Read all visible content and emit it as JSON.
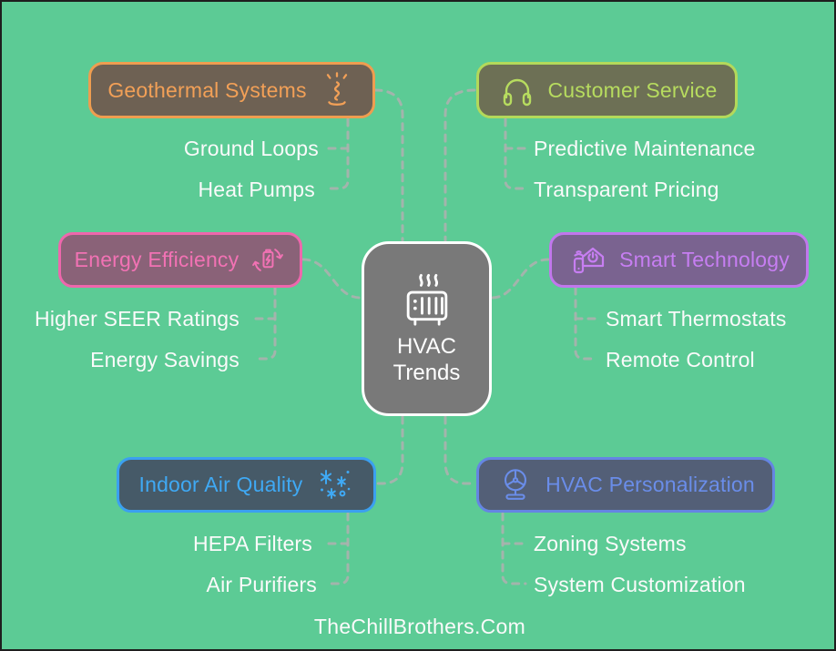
{
  "page": {
    "background_color": "#5ccb95",
    "border_color": "#1e1e1e",
    "connector_color": "#a9b2ae",
    "watermark": "TheChillBrothers.Com"
  },
  "center": {
    "icon": "heater-icon",
    "line1": "HVAC",
    "line2": "Trends",
    "fill_color": "#797979",
    "border_color": "#ffffff",
    "text_color": "#ffffff"
  },
  "branches": [
    {
      "id": "geothermal-systems",
      "label": "Geothermal Systems",
      "icon": "geyser-icon",
      "fill_color": "#6e6153",
      "accent_color": "#f09f54",
      "children": [
        "Ground Loops",
        "Heat Pumps"
      ]
    },
    {
      "id": "customer-service",
      "label": "Customer Service",
      "icon": "headphones-icon",
      "fill_color": "#6d7055",
      "accent_color": "#b3d95a",
      "children": [
        "Predictive Maintenance",
        "Transparent Pricing"
      ]
    },
    {
      "id": "energy-efficiency",
      "label": "Energy Efficiency",
      "icon": "battery-recycle-icon",
      "fill_color": "#8a6278",
      "accent_color": "#f06fb3",
      "children": [
        "Higher SEER Ratings",
        "Energy Savings"
      ]
    },
    {
      "id": "smart-technology",
      "label": "Smart Technology",
      "icon": "smart-home-icon",
      "fill_color": "#7a6390",
      "accent_color": "#c77ef2",
      "children": [
        "Smart Thermostats",
        "Remote Control"
      ]
    },
    {
      "id": "indoor-air-quality",
      "label": "Indoor Air Quality",
      "icon": "particles-icon",
      "fill_color": "#465a68",
      "accent_color": "#3fa7f4",
      "children": [
        "HEPA Filters",
        "Air Purifiers"
      ]
    },
    {
      "id": "hvac-personalization",
      "label": "HVAC Personalization",
      "icon": "fan-icon",
      "fill_color": "#535f77",
      "accent_color": "#6a8de9",
      "children": [
        "Zoning Systems",
        "System Customization"
      ]
    }
  ]
}
